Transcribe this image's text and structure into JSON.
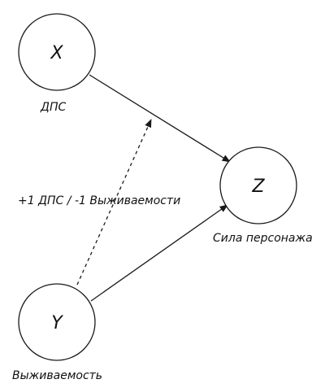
{
  "nodes": {
    "x": {
      "label": "X",
      "caption": "ДПС"
    },
    "y": {
      "label": "Y",
      "caption": "Выживаемость"
    },
    "z": {
      "label": "Z",
      "caption": "Сила персонажа"
    }
  },
  "edge_label": "+1 ДПС / -1 Выживаемости",
  "colors": {
    "stroke": "#1a1a1a",
    "background": "#ffffff",
    "text": "#111111"
  }
}
